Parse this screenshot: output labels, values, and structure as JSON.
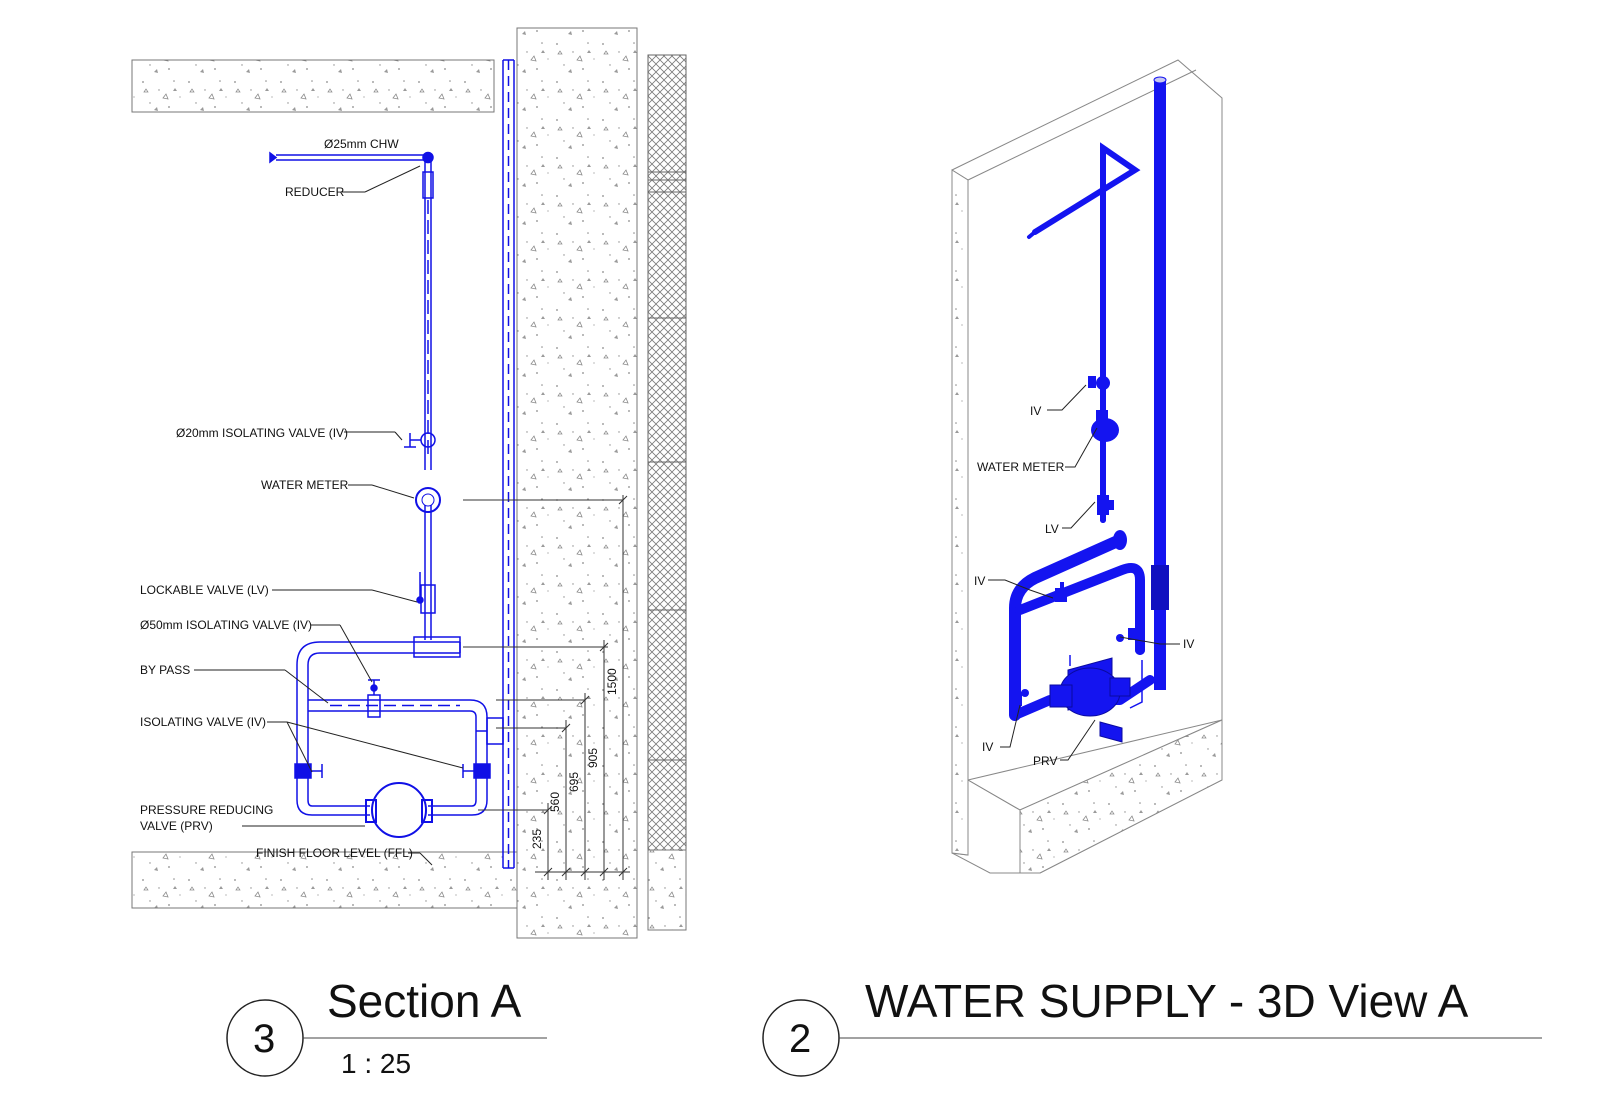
{
  "section_view": {
    "number": "3",
    "title": "Section A",
    "scale": "1 : 25",
    "labels": {
      "chw": "Ø25mm CHW",
      "reducer": "REDUCER",
      "iv20": "Ø20mm ISOLATING VALVE (IV)",
      "water_meter": "WATER METER",
      "lockable_valve": "LOCKABLE VALVE (LV)",
      "iv50": "Ø50mm ISOLATING VALVE (IV)",
      "bypass": "BY PASS",
      "isolating_valve": "ISOLATING VALVE (IV)",
      "prv_line1": "PRESSURE REDUCING",
      "prv_line2": "VALVE (PRV)",
      "ffl": "FINISH FLOOR LEVEL (FFL)"
    },
    "dimensions": [
      "1500",
      "905",
      "695",
      "560",
      "235"
    ]
  },
  "iso_view": {
    "number": "2",
    "title": "WATER SUPPLY - 3D View A",
    "labels": {
      "iv_top": "IV",
      "water_meter": "WATER METER",
      "lv": "LV",
      "iv_left": "IV",
      "iv_right": "IV",
      "iv_bottom": "IV",
      "prv": "PRV"
    }
  },
  "colors": {
    "pipe": "#1010e6",
    "line": "#222222",
    "concrete": "#888888"
  }
}
